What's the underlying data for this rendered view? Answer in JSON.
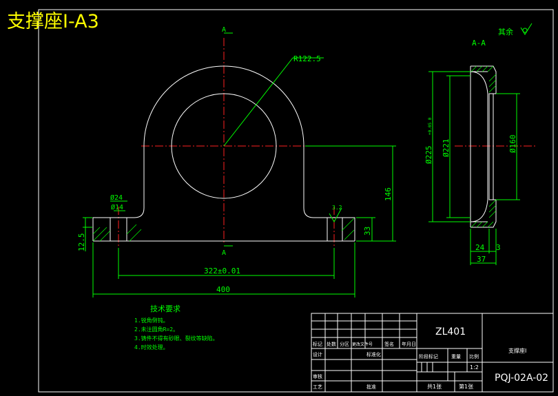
{
  "title": "支撑座I-A3",
  "section_labels": {
    "top": "A",
    "bottom": "A",
    "view": "A-A"
  },
  "roughness": "其余",
  "dims": {
    "radius": "R122.5",
    "d24": "Ø24",
    "d14": "Ø14",
    "h12_5": "12.5",
    "h33": "33",
    "h146": "146",
    "w322": "322±0.01",
    "w400": "400",
    "r32": "3.2",
    "d225": "Ø225",
    "d225_tol": "+0.05 0",
    "d221": "Ø221",
    "d160": "Ø160",
    "w24": "24",
    "w3": "3",
    "w37": "37"
  },
  "notes": {
    "heading": "技术要求",
    "items": [
      "1.锐角倒钝。",
      "2.未注圆角R=2。",
      "3.铸件不得有砂眼、裂纹等缺陷。",
      "4.时效处理。"
    ]
  },
  "title_block": {
    "drawing_name": "ZL401",
    "part_name": "支撑座I",
    "drawing_no": "PQJ-02A-02",
    "rows": {
      "marker": "标记",
      "count": "处数",
      "zone": "分区",
      "change_doc": "更改文件号",
      "signature": "签名",
      "date": "年月日",
      "design": "设计",
      "standard": "标准化",
      "review": "审核",
      "process": "工艺",
      "approve": "批准"
    },
    "stage": "阶段标记",
    "weight": "重量",
    "scale_label": "比例",
    "scale": "1:2",
    "sheets_total": "共1张",
    "sheet_no": "第1张"
  }
}
